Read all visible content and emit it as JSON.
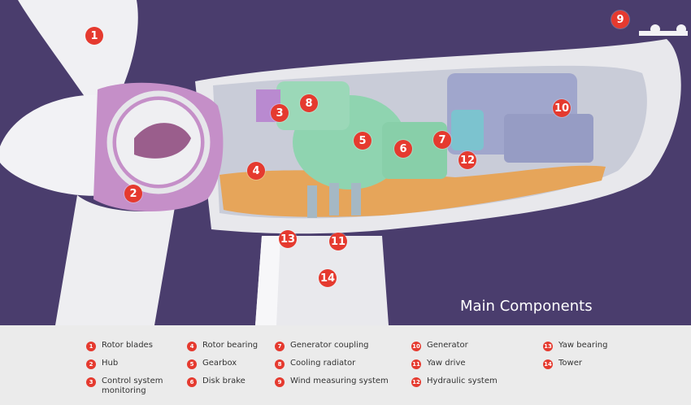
{
  "title": "Main Components",
  "colors": {
    "background": "#4a3d6d",
    "badge": "#e53a2f",
    "nacelle": "#e6e6ea",
    "hub": "#c58fc8",
    "gearbox": "#8fd4b0",
    "frame": "#e6a55a",
    "generator": "#a0a6cc",
    "legend_bg": "#ebebeb"
  },
  "components": [
    {
      "number": "1",
      "label": "Rotor blades"
    },
    {
      "number": "2",
      "label": "Hub"
    },
    {
      "number": "3",
      "label": "Control system monitoring"
    },
    {
      "number": "4",
      "label": "Rotor bearing"
    },
    {
      "number": "5",
      "label": "Gearbox"
    },
    {
      "number": "6",
      "label": "Disk brake"
    },
    {
      "number": "7",
      "label": "Generator coupling"
    },
    {
      "number": "8",
      "label": "Cooling radiator"
    },
    {
      "number": "9",
      "label": "Wind measuring system"
    },
    {
      "number": "10",
      "label": "Generator"
    },
    {
      "number": "11",
      "label": "Yaw drive"
    },
    {
      "number": "12",
      "label": "Hydraulic system"
    },
    {
      "number": "13",
      "label": "Yaw bearing"
    },
    {
      "number": "14",
      "label": "Tower"
    }
  ]
}
